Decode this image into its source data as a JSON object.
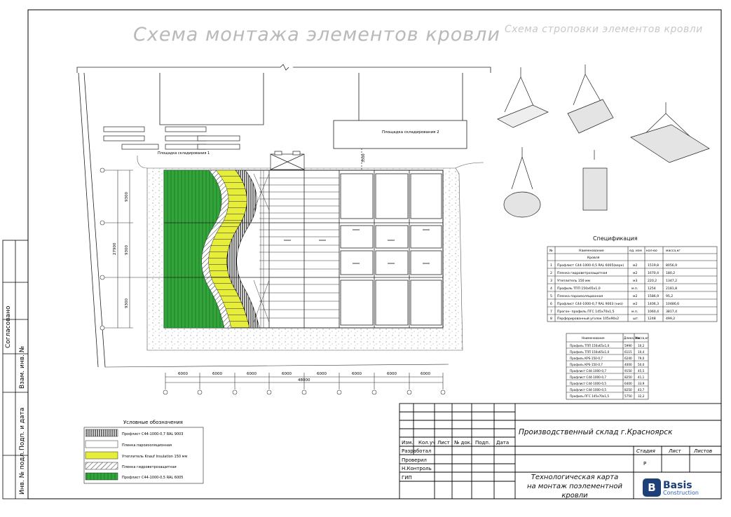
{
  "titles": {
    "main": "Схема монтажа элементов кровли",
    "side": "Схема строповки элементов кровли"
  },
  "plan": {
    "zone1_label": "Площадка складирования 1",
    "zone2_label": "Площадка складирования 2",
    "top_dimensions": [
      "6000",
      "6000",
      "6000",
      "6000",
      "6000",
      "6000",
      "6000",
      "6000"
    ],
    "total_width": "48000",
    "left_dimensions": [
      "9300",
      "9300",
      "9300"
    ],
    "left_total": "27900",
    "crane_offset": "3500"
  },
  "specification": {
    "title": "Спецификация",
    "headers": [
      "№",
      "Наименование",
      "ед. изм",
      "кол-во",
      "масса,кг"
    ],
    "section": "Кровля",
    "rows": [
      [
        "1",
        "Профлист С44-1000-0,5 RAL 6005(верх)",
        "м2",
        "1519,8",
        "8056,9"
      ],
      [
        "2",
        "Пленка гидроветрозащитная",
        "м2",
        "1670,4",
        "180,2"
      ],
      [
        "3",
        "Утеплитель 150 мм",
        "м3",
        "220,2",
        "1347,2"
      ],
      [
        "4",
        "Профиль ТПП 150х65х1,0",
        "м.п.",
        "1254",
        "2181,8"
      ],
      [
        "5",
        "Пленка пароизоляционная",
        "м2",
        "1586,9",
        "95,2"
      ],
      [
        "6",
        "Профлист С44-1000-0,7 RAL 9003 (низ)",
        "м2",
        "1406,3",
        "10486,6"
      ],
      [
        "7",
        "Прогон- профиль ПГС 145х70х1,5",
        "м.п.",
        "1060,4",
        "3817,4"
      ],
      [
        "8",
        "Перфорированный уголок 105х90х2",
        "шт.",
        "1248",
        "499,2"
      ]
    ]
  },
  "elements": {
    "headers": [
      "Наименование",
      "Длина, мм",
      "Масса,кг"
    ],
    "rows": [
      [
        "Профиль ТПП 150х65х1,0",
        "5990",
        "10,2"
      ],
      [
        "Профиль ТПП 150х65х1,0",
        "6115",
        "10,4"
      ],
      [
        "Профиль КPS-150-0,7",
        "6240",
        "79,0"
      ],
      [
        "Профиль КPS-150-0,7",
        "4000",
        "50,0"
      ],
      [
        "Профлист С44-1000-0,7",
        "9150",
        "45,5"
      ],
      [
        "Профлист С44-1000-0,7",
        "8250",
        "41,1"
      ],
      [
        "Профлист С44-1000-0,5",
        "6400",
        "33,9"
      ],
      [
        "Профлист С44-1000-0,5",
        "8250",
        "43,7"
      ],
      [
        "Профиль ПГС 145х70х1,5",
        "5750",
        "32,2"
      ]
    ]
  },
  "legend": {
    "title": "Условные обозначения",
    "items": [
      {
        "label": "Профлист С44-1000-0,7 RAL 9003",
        "swatch": "vertical-stripes"
      },
      {
        "label": "Пленка пароизоляционная",
        "swatch": "white"
      },
      {
        "label": "Утеплитель Knauf Insulation  150 мм",
        "swatch": "yellow"
      },
      {
        "label": "Пленка гидроветрозащитная",
        "swatch": "hatch"
      },
      {
        "label": "Профлист С44-1000-0,5 RAL 6005",
        "swatch": "green"
      }
    ]
  },
  "colors": {
    "green": "#31a53a",
    "yellow": "#e7ee3a",
    "line": "#222222",
    "gravel": "#bbbbbb",
    "logo": "#1d3f7a"
  },
  "side_stamp": {
    "agreed": "Согласовано",
    "cells": [
      "Инв. № подл.",
      "Подп. и дата",
      "Взам. инв. №"
    ]
  },
  "title_block": {
    "columns": [
      "Изм.",
      "Кол.уч",
      "Лист",
      "№ док.",
      "Подп.",
      "Дата"
    ],
    "roles": [
      "Разработал",
      "Проверил",
      "Н.Контроль",
      "ГИП"
    ],
    "project": "Производственный склад г.Красноярск",
    "stage_headers": [
      "Стадия",
      "Лист",
      "Листов"
    ],
    "stage": "Р",
    "doc_title_1": "Технологическая карта",
    "doc_title_2": "на монтаж поэлементной кровли",
    "logo_basis": "Basis",
    "logo_construction": "Construction",
    "logo_mark": "B"
  }
}
